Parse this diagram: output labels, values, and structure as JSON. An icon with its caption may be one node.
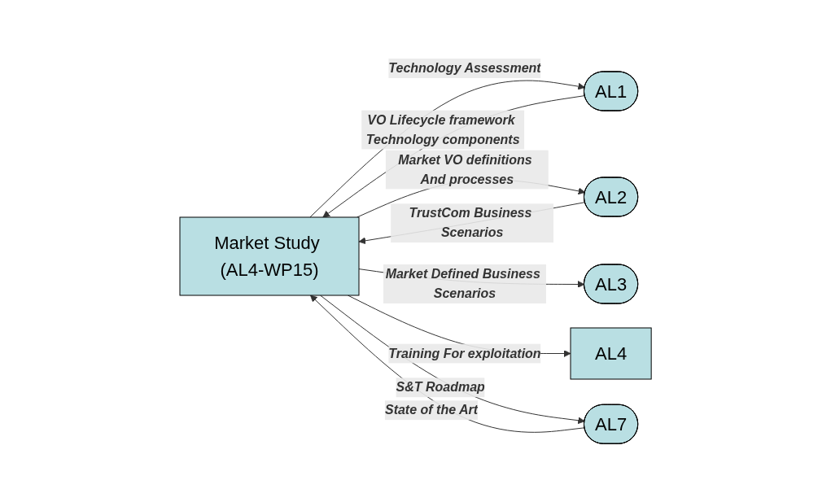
{
  "diagram": {
    "nodes": [
      {
        "text": [
          "Market Study (AL4-WP15)"
        ]
      },
      {
        "text": [
          "AL1"
        ]
      },
      {
        "text": [
          "AL2"
        ]
      },
      {
        "text": [
          "AL3"
        ]
      },
      {
        "text": [
          "AL7"
        ]
      },
      {
        "text": [
          "AL4"
        ]
      }
    ],
    "edges": [
      {
        "from": 0,
        "to": 1,
        "arrow": "to",
        "label": "Technology Assessment"
      },
      {
        "from": 1,
        "to": 0,
        "arrow": "to",
        "label": "VO Lifecycle framework Technology components"
      },
      {
        "from": 0,
        "to": 2,
        "arrow": "to",
        "label": "Market VO definitions And processes"
      },
      {
        "from": 2,
        "to": 0,
        "arrow": "to",
        "label": "TrustCom Business Scenarios"
      },
      {
        "from": 0,
        "to": 3,
        "arrow": "to",
        "label": "Market Defined Business Scenarios"
      },
      {
        "from": 0,
        "to": 5,
        "arrow": "to",
        "label": "Training For exploitation"
      },
      {
        "from": 0,
        "to": 4,
        "arrow": "to",
        "label": "S&T Roadmap"
      },
      {
        "from": 4,
        "to": 0,
        "arrow": "to",
        "label": "State of the Art"
      }
    ]
  }
}
